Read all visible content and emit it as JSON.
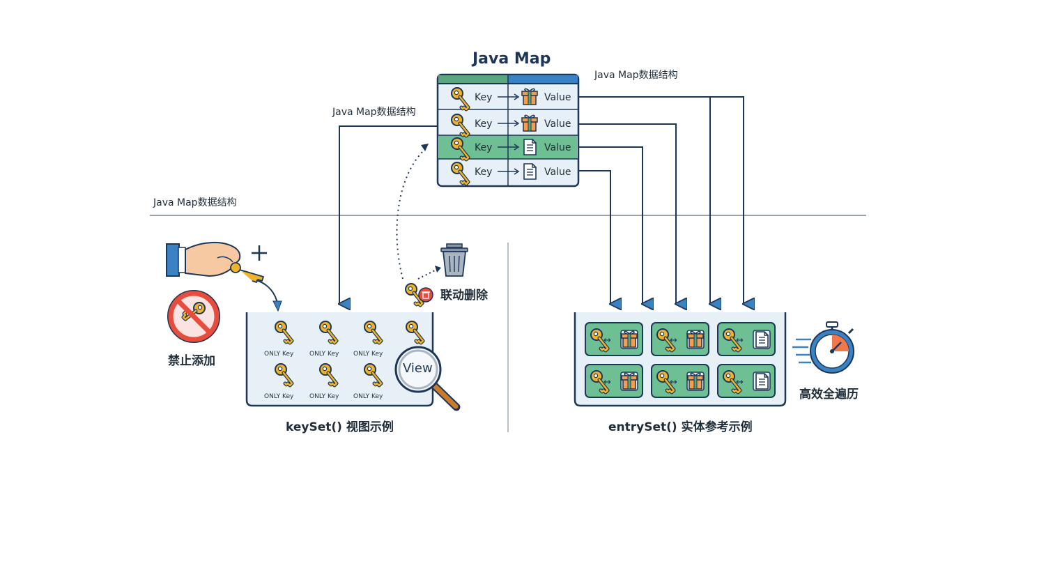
{
  "map": {
    "title": "Java Map",
    "rows": [
      {
        "key": "Key",
        "value": "Value",
        "value_icon": "gift-icon",
        "highlight": false
      },
      {
        "key": "Key",
        "value": "Value",
        "value_icon": "gift-icon",
        "highlight": false
      },
      {
        "key": "Key",
        "value": "Value",
        "value_icon": "document-icon",
        "highlight": true
      },
      {
        "key": "Key",
        "value": "Value",
        "value_icon": "document-icon",
        "highlight": false
      }
    ]
  },
  "labels": {
    "top_right": "Java Map数据结构",
    "top_left": "Java Map数据结构",
    "divider": "Java Map数据结构"
  },
  "keyset": {
    "forbid_add": "禁止添加",
    "linked_delete": "联动删除",
    "view": "View",
    "only_key": "ONLY Key",
    "caption": "keySet() 视图示例"
  },
  "entryset": {
    "efficient": "高效全遍历",
    "caption": "entrySet() 实体参考示例"
  },
  "colors": {
    "navy": "#1d3557",
    "accent_blue": "#3b82c4",
    "green": "#5aa77f",
    "key_yellow": "#f0b429",
    "container_bg": "#e8f0f7",
    "entry_green": "#6fbf94",
    "red": "#e74c3c"
  }
}
